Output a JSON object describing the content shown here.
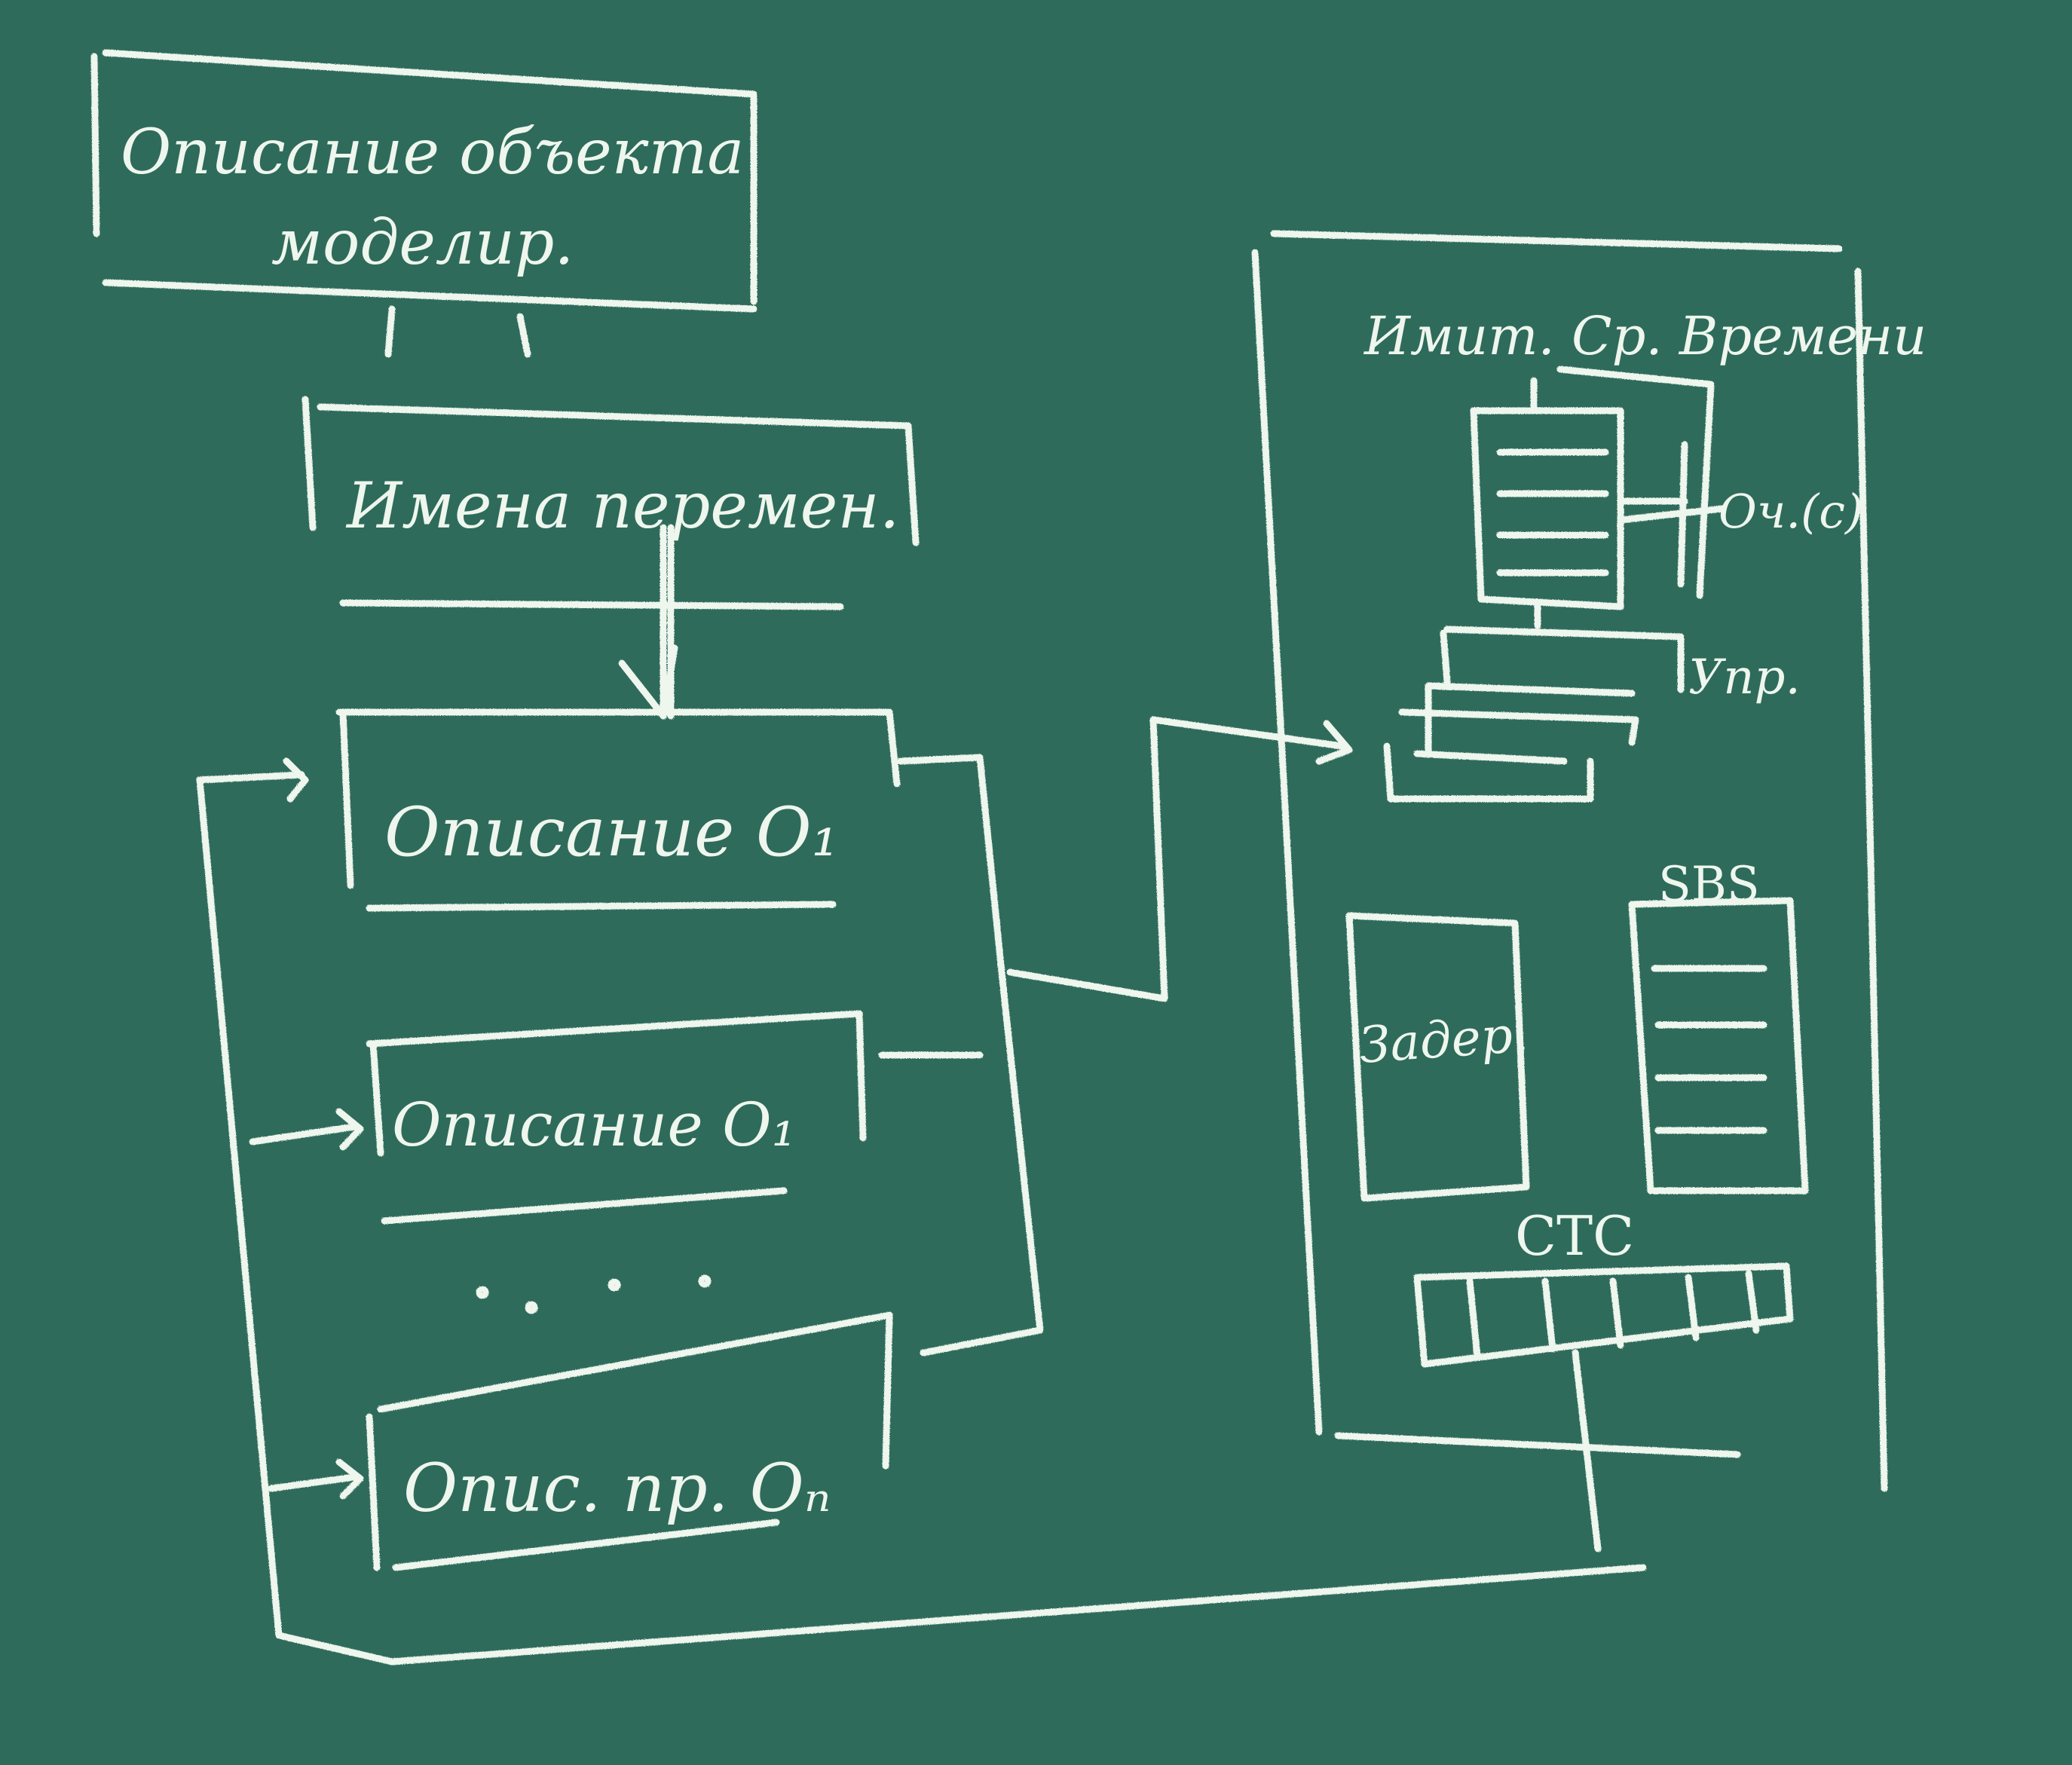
{
  "colors": {
    "board": "#2e6b5a",
    "chalk": "#eef6ee"
  },
  "left": {
    "title_line1": "Описание объекта",
    "title_line2": "моделир.",
    "header": "Имена перемен.",
    "desc_main": "Описание О₁",
    "desc_o1": "Описание О₁",
    "ellipsis": ". . . .",
    "desc_on": "Опис. пр. Оₙ"
  },
  "right": {
    "header": "Имит. Ср. Времени",
    "queue_label": "Оч.(с)",
    "upr_label": "Упр.",
    "zadr_label": "Задер.",
    "sbs_label": "SBS",
    "ctc_label": "CTC"
  }
}
